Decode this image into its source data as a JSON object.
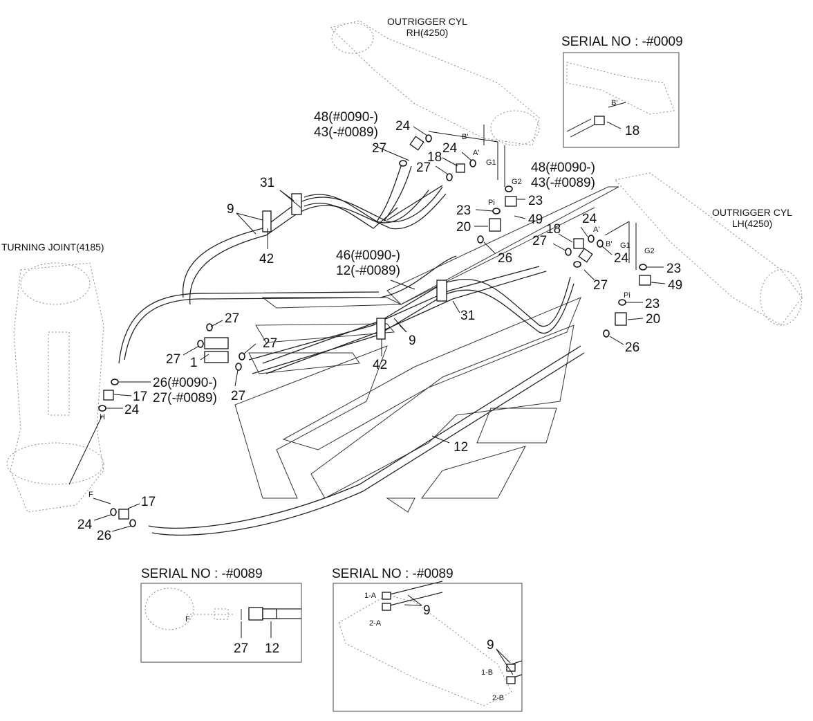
{
  "components": {
    "outrigger_rh": {
      "line1": "OUTRIGGER CYL",
      "line2": "RH(4250)"
    },
    "outrigger_lh": {
      "line1": "OUTRIGGER CYL",
      "line2": "LH(4250)"
    },
    "turning_joint": "TURNING JOINT(4185)"
  },
  "insets": {
    "serial_0009": "SERIAL NO : -#0009",
    "serial_0089_left": "SERIAL NO : -#0089",
    "serial_0089_right": "SERIAL NO : -#0089"
  },
  "callouts": {
    "p48_top_rh": "48(#0090-)",
    "p43_top_rh": "43(-#0089)",
    "p48_top_lh": "48(#0090-)",
    "p43_top_lh": "43(-#0089)",
    "p46": "46(#0090-)",
    "p12_serial": "12(-#0089)",
    "p26_serial": "26(#0090-)",
    "p27_serial": "27(-#0089)",
    "n1": "1",
    "n9": "9",
    "n12": "12",
    "n17": "17",
    "n18": "18",
    "n20": "20",
    "n23": "23",
    "n24": "24",
    "n26": "26",
    "n27": "27",
    "n31": "31",
    "n42": "42",
    "n49": "49"
  },
  "port_labels": {
    "a_prime": "A'",
    "b_prime": "B'",
    "g1": "G1",
    "g2": "G2",
    "pi": "Pi",
    "f": "F",
    "h": "H",
    "p1a": "1-A",
    "p2a": "2-A",
    "p1b": "1-B",
    "p2b": "2-B"
  }
}
